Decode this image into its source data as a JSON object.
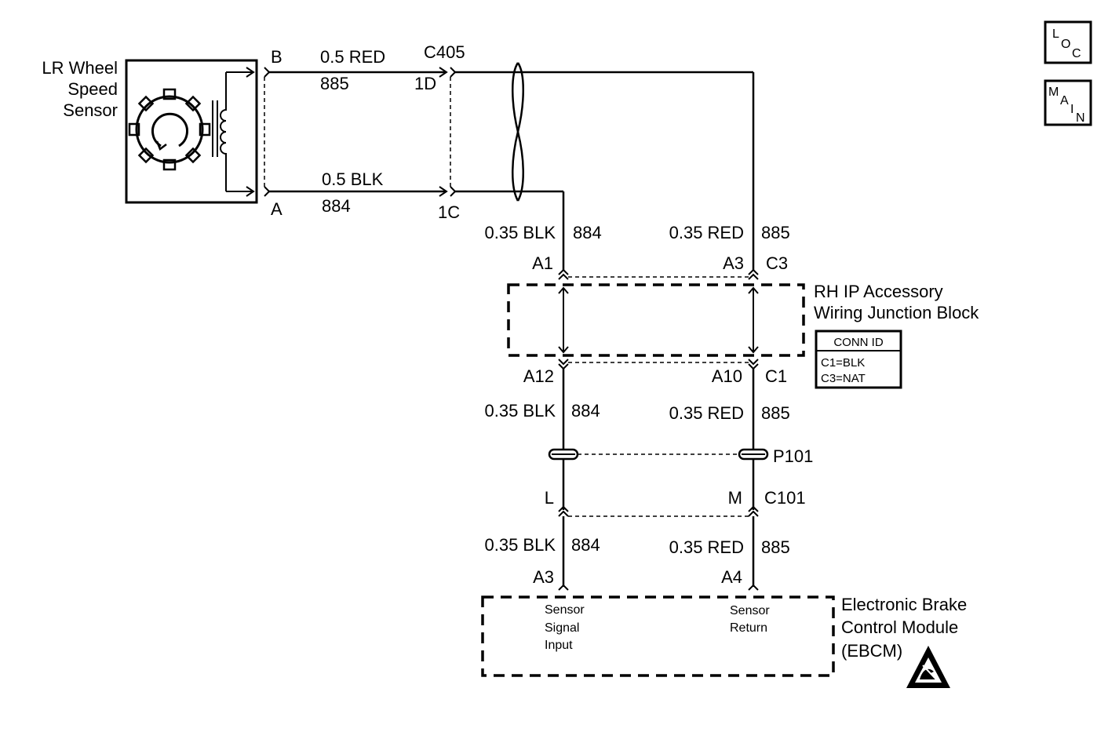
{
  "nav": {
    "loc": [
      "L",
      "O",
      "C"
    ],
    "main": [
      "M",
      "A",
      "I",
      "N"
    ]
  },
  "sensor": {
    "line1": "LR Wheel",
    "line2": "Speed",
    "line3": "Sensor",
    "pin_b": "B",
    "pin_a": "A"
  },
  "wire_top": {
    "gauge_color": "0.5 RED",
    "circuit": "885"
  },
  "wire_bottom": {
    "gauge_color": "0.5 BLK",
    "circuit": "884"
  },
  "c405": {
    "name": "C405",
    "pin_1d": "1D",
    "pin_1c": "1C"
  },
  "upper_left_wire": {
    "gauge_color": "0.35 BLK",
    "circuit": "884"
  },
  "upper_right_wire": {
    "gauge_color": "0.35 RED",
    "circuit": "885"
  },
  "junction_block": {
    "line1": "RH IP Accessory",
    "line2": "Wiring Junction Block",
    "pin_a1": "A1",
    "pin_a3": "A3",
    "conn_c3": "C3",
    "pin_a12": "A12",
    "pin_a10": "A10",
    "conn_c1": "C1",
    "conn_id": {
      "title": "CONN ID",
      "c1": "C1=BLK",
      "c3": "C3=NAT"
    }
  },
  "mid_left_wire": {
    "gauge_color": "0.35 BLK",
    "circuit": "884"
  },
  "mid_right_wire": {
    "gauge_color": "0.35 RED",
    "circuit": "885"
  },
  "p101": "P101",
  "c101": {
    "name": "C101",
    "pin_l": "L",
    "pin_m": "M"
  },
  "lower_left_wire": {
    "gauge_color": "0.35 BLK",
    "circuit": "884"
  },
  "lower_right_wire": {
    "gauge_color": "0.35 RED",
    "circuit": "885"
  },
  "ebcm": {
    "pin_a3": "A3",
    "pin_a4": "A4",
    "line1": "Electronic Brake",
    "line2": "Control Module",
    "line3": "(EBCM)",
    "signal": [
      "Sensor",
      "Signal",
      "Input"
    ],
    "return": [
      "Sensor",
      "Return"
    ]
  }
}
